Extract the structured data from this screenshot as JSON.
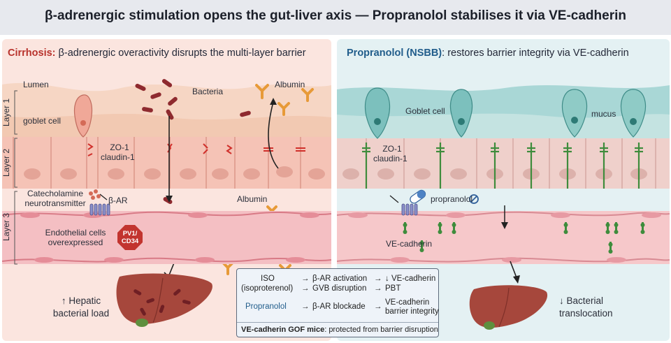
{
  "title": "β-adrenergic stimulation opens the gut-liver axis — Propranolol stabilises it via VE-cadherin",
  "left_panel": {
    "heading_bold": "Cirrhosis:",
    "heading_rest": " β-adrenergic overactivity disrupts the multi-layer barrier",
    "layer1": "Layer 1",
    "layer2": "Layer 2",
    "layer3": "Layer 3",
    "lumen": "Lumen",
    "goblet": "goblet cell",
    "bacteria": "Bacteria",
    "albumin_top": "Albumin",
    "zo1": "ZO-1",
    "claudin": "claudin-1",
    "catecholamine_1": "Catecholamine",
    "catecholamine_2": "neurotransmitter",
    "beta_ar": "β-AR",
    "albumin_mid": "Albumin",
    "endo_1": "Endothelial cells",
    "endo_2": "overexpressed",
    "pv1_1": "PV1/",
    "pv1_2": "CD34",
    "hepatic_1": "↑ Hepatic",
    "hepatic_2": "bacterial load"
  },
  "right_panel": {
    "heading_bold": "Propranolol (NSBB)",
    "heading_rest": ": restores barrier integrity via VE-cadherin",
    "goblet": "Goblet cell",
    "mucus": "mucus",
    "zo1": "ZO-1",
    "claudin": "claudin-1",
    "propranolol": "propranolol",
    "vecad": "VE-cadherin",
    "trans_1": "↓ Bacterial",
    "trans_2": "translocation"
  },
  "legend": {
    "iso_1": "ISO",
    "iso_2": "(isoproterenol)",
    "iso_a1": "β-AR activation",
    "iso_a2": "↓ VE-cadherin",
    "iso_b1": "GVB disruption",
    "iso_b2": "PBT",
    "prop": "Propranolol",
    "prop_a1": "β-AR blockade",
    "prop_a2_1": "VE-cadherin",
    "prop_a2_2": "barrier integrity",
    "foot_bold": "VE-cadherin GOF mice",
    "foot_rest": ": protected from barrier disruption"
  },
  "colors": {
    "cirrhosis_red": "#b8322c",
    "propranolol_blue": "#215d8b",
    "left_bg": "#fbe5df",
    "right_bg": "#e4f1f3",
    "albumin": "#e79a38",
    "bacteria": "#8e2a2f",
    "liver": "#a6473c",
    "junction_green": "#3e8c3c"
  }
}
